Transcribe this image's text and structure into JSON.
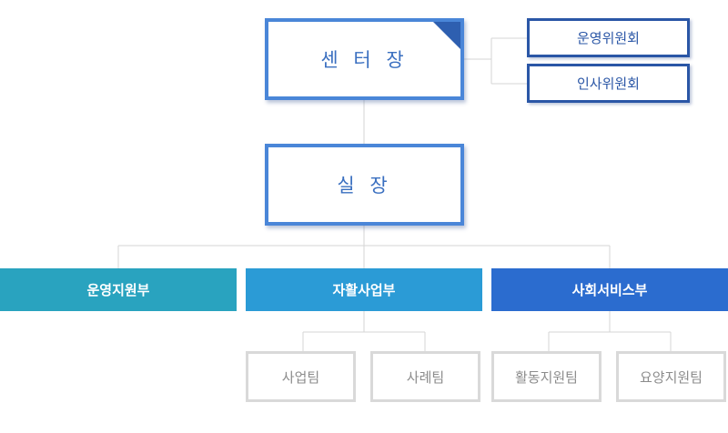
{
  "head": {
    "label": "센 터 장"
  },
  "committees": [
    {
      "label": "운영위원회"
    },
    {
      "label": "인사위원회"
    }
  ],
  "office": {
    "label": "실 장"
  },
  "departments": [
    {
      "label": "운영지원부",
      "color": "#29a3bf"
    },
    {
      "label": "자활사업부",
      "color": "#2b9bd6"
    },
    {
      "label": "사회서비스부",
      "color": "#2b6ccf"
    }
  ],
  "teams": [
    {
      "label": "사업팀"
    },
    {
      "label": "사례팀"
    },
    {
      "label": "활동지원팀"
    },
    {
      "label": "요양지원팀"
    }
  ]
}
